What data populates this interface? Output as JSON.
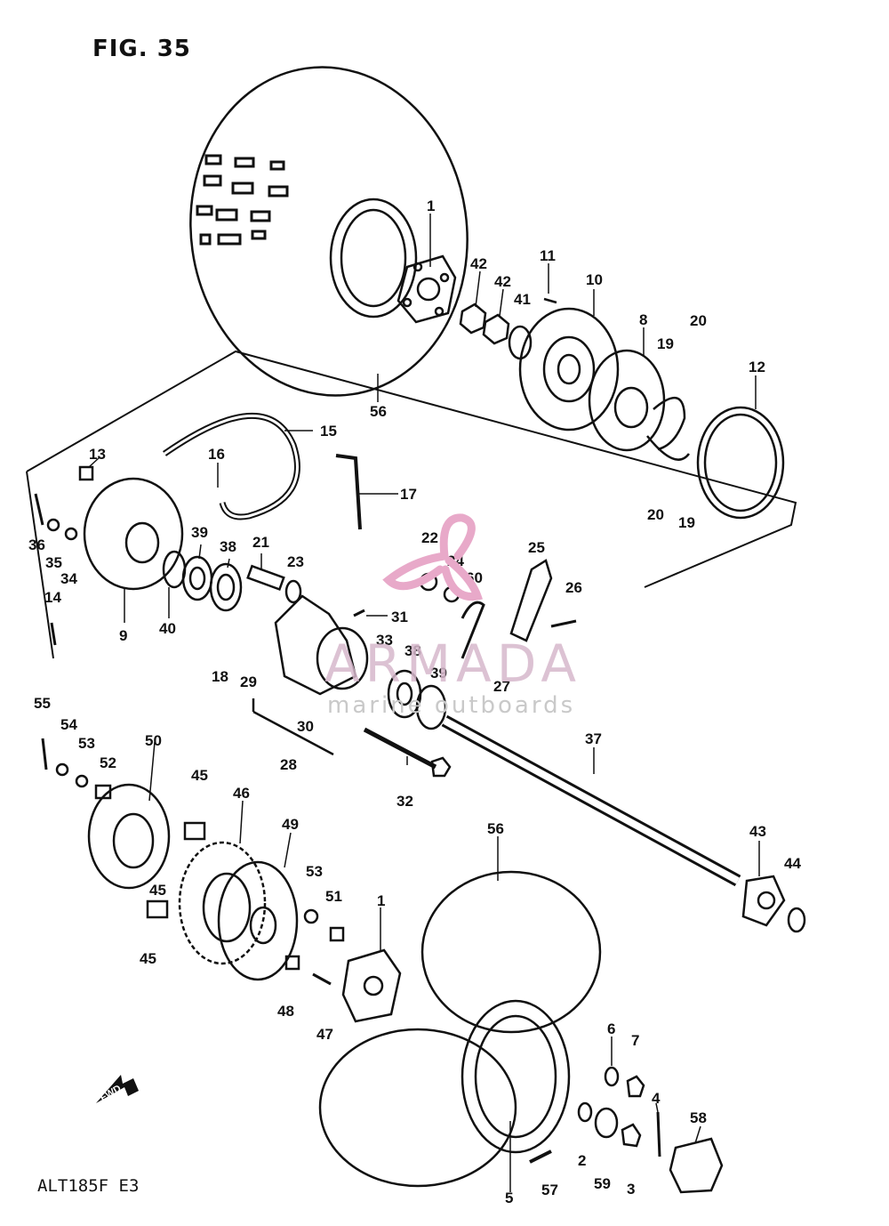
{
  "figure_label": "FIG. 35",
  "model_code": "ALT185F  E3",
  "watermark": {
    "brand": "ARMADA",
    "tagline": "marine outboards",
    "brand_color": "#d7b8cc"
  },
  "forward_marker": "FWD",
  "callouts": [
    "1",
    "42",
    "42",
    "11",
    "41",
    "10",
    "8",
    "20",
    "19",
    "12",
    "19",
    "20",
    "56",
    "13",
    "15",
    "16",
    "17",
    "36",
    "35",
    "34",
    "14",
    "9",
    "39",
    "40",
    "38",
    "21",
    "23",
    "22",
    "24",
    "60",
    "25",
    "26",
    "31",
    "33",
    "38",
    "39",
    "27",
    "18",
    "29",
    "30",
    "28",
    "32",
    "37",
    "43",
    "44",
    "55",
    "54",
    "53",
    "52",
    "50",
    "45",
    "46",
    "49",
    "53",
    "51",
    "1",
    "45",
    "45",
    "48",
    "47",
    "56",
    "6",
    "7",
    "4",
    "58",
    "5",
    "57",
    "2",
    "59",
    "3"
  ]
}
